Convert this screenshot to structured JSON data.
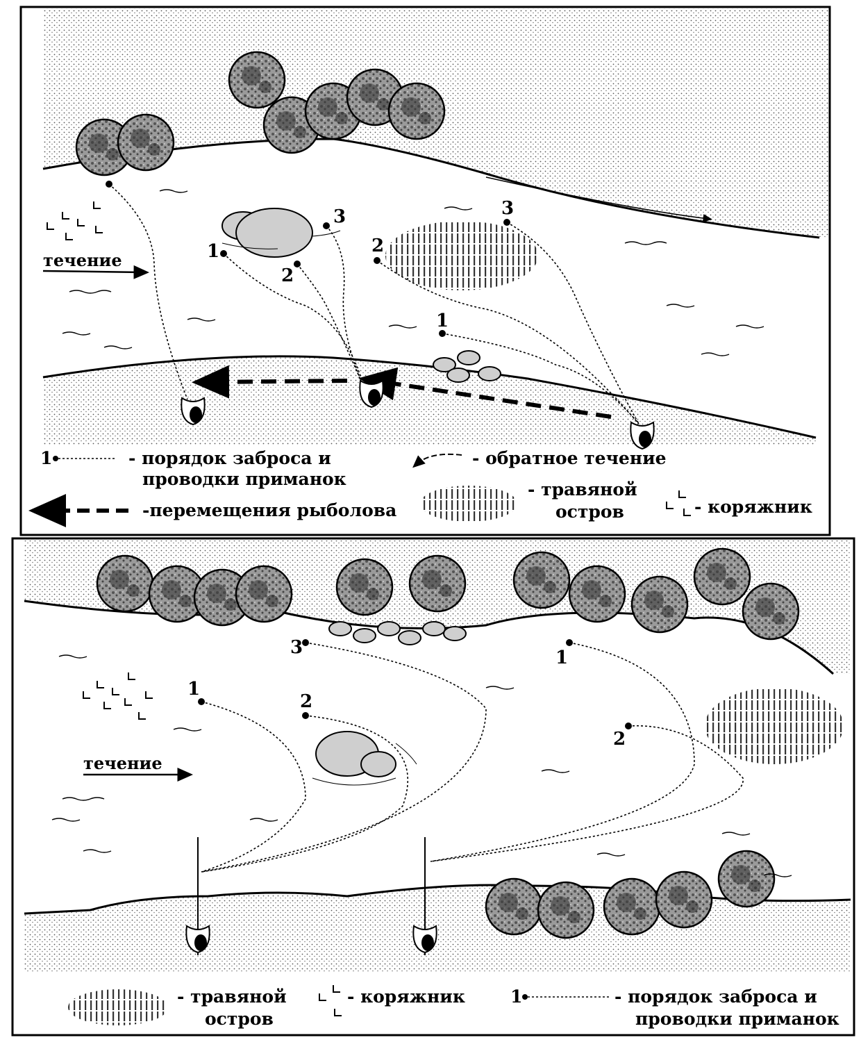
{
  "panel_top": {
    "current_label": "течение",
    "cast_numbers": [
      "1",
      "2",
      "3",
      "1",
      "2",
      "3"
    ],
    "legend": {
      "cast_order_marker": "1",
      "cast_order_line1": "- порядок заброса и",
      "cast_order_line2": "проводки приманок",
      "back_current": "- обратное течение",
      "angler_moves": "-перемещения рыболова",
      "grass_island_line1": "- травяной",
      "grass_island_line2": "остров",
      "snags": "- коряжник"
    }
  },
  "panel_bottom": {
    "current_label": "течение",
    "cast_numbers": [
      "1",
      "2",
      "3",
      "1",
      "2"
    ],
    "legend": {
      "grass_island_line1": "- травяной",
      "grass_island_line2": "остров",
      "snags": "- коряжник",
      "cast_order_marker": "1",
      "cast_order_line1": "- порядок заброса и",
      "cast_order_line2": "проводки приманок"
    }
  },
  "colors": {
    "ink": "#000000",
    "paper": "#ffffff",
    "bush": "#8a8a8a",
    "sand": "#d9d9d9"
  },
  "icons": [
    "bush-icon",
    "stone-icon",
    "angler-icon",
    "snag-icon",
    "grass-island-icon",
    "arrow-icon"
  ]
}
